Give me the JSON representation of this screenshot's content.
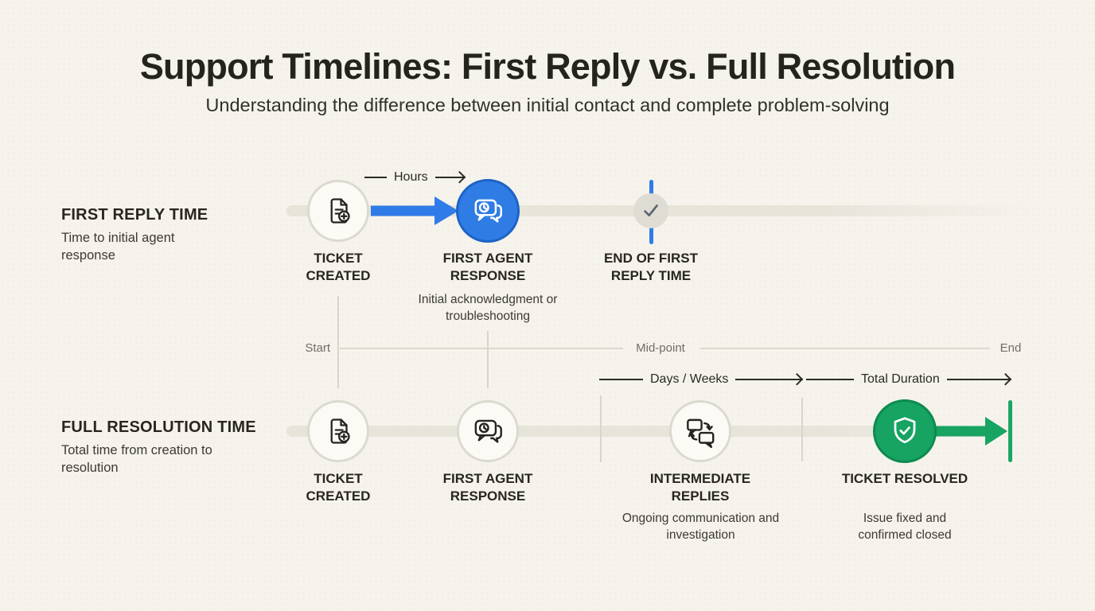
{
  "page": {
    "title": "Support Timelines: First Reply vs. Full Resolution",
    "subtitle": "Understanding the difference between initial contact and complete problem-solving"
  },
  "colors": {
    "background": "#f5f3ec",
    "accent_blue": "#2e7ce4",
    "accent_green": "#17a362",
    "track_gray": "#e7e4da",
    "text_dark": "#26241e",
    "text_muted": "#6f6d65"
  },
  "axis": {
    "start_label": "Start",
    "mid_label": "Mid-point",
    "end_label": "End"
  },
  "timelines": [
    {
      "heading": "FIRST REPLY TIME",
      "description": "Time to initial agent response",
      "duration_label": "Hours",
      "nodes": [
        {
          "label": "TICKET CREATED",
          "icon": "ticket-created-icon"
        },
        {
          "label": "FIRST AGENT RESPONSE",
          "description": "Initial acknowledgment or troubleshooting",
          "icon": "chat-response-icon"
        },
        {
          "label": "END OF FIRST REPLY TIME",
          "icon": "checkmark-icon"
        }
      ]
    },
    {
      "heading": "FULL RESOLUTION TIME",
      "description": "Total time from creation to resolution",
      "duration_labels": [
        "Days / Weeks",
        "Total Duration"
      ],
      "nodes": [
        {
          "label": "TICKET CREATED",
          "icon": "ticket-created-icon"
        },
        {
          "label": "FIRST AGENT RESPONSE",
          "icon": "chat-response-icon"
        },
        {
          "label": "INTERMEDIATE REPLIES",
          "description": "Ongoing communication and investigation",
          "icon": "replies-exchange-icon"
        },
        {
          "label": "TICKET RESOLVED",
          "description": "Issue fixed and confirmed closed",
          "icon": "shield-check-icon"
        }
      ]
    }
  ]
}
